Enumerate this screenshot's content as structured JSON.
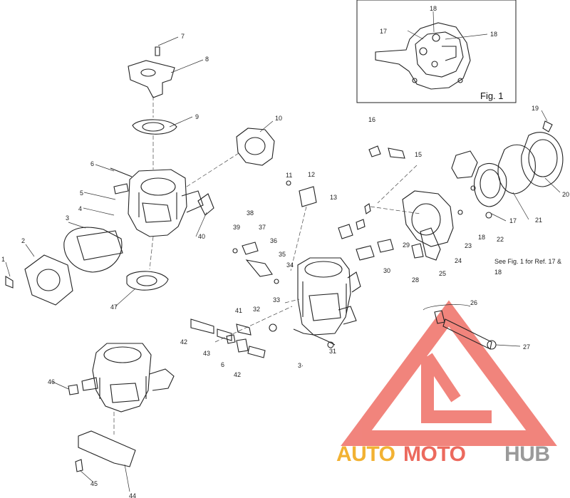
{
  "diagram": {
    "figure_label": "Fig. 1",
    "note": [
      "See Fig. 1 for Ref. 17 &",
      "18"
    ],
    "callouts": [
      {
        "id": "c1",
        "text": "1"
      },
      {
        "id": "c2",
        "text": "2"
      },
      {
        "id": "c3a",
        "text": "3"
      },
      {
        "id": "c3b",
        "text": "3·"
      },
      {
        "id": "c4",
        "text": "4"
      },
      {
        "id": "c5",
        "text": "5"
      },
      {
        "id": "c6a",
        "text": "6"
      },
      {
        "id": "c6b",
        "text": "6"
      },
      {
        "id": "c7",
        "text": "7"
      },
      {
        "id": "c8",
        "text": "8"
      },
      {
        "id": "c9",
        "text": "9"
      },
      {
        "id": "c10",
        "text": "10"
      },
      {
        "id": "c11",
        "text": "11"
      },
      {
        "id": "c12",
        "text": "12"
      },
      {
        "id": "c13",
        "text": "13"
      },
      {
        "id": "c15",
        "text": "15"
      },
      {
        "id": "c16",
        "text": "16"
      },
      {
        "id": "c17a",
        "text": "17"
      },
      {
        "id": "c17b",
        "text": "17"
      },
      {
        "id": "c18a",
        "text": "18"
      },
      {
        "id": "c18b",
        "text": "18"
      },
      {
        "id": "c18c",
        "text": "18"
      },
      {
        "id": "c19",
        "text": "19"
      },
      {
        "id": "c20",
        "text": "20"
      },
      {
        "id": "c21",
        "text": "21"
      },
      {
        "id": "c22",
        "text": "22"
      },
      {
        "id": "c23",
        "text": "23"
      },
      {
        "id": "c24",
        "text": "24"
      },
      {
        "id": "c25",
        "text": "25"
      },
      {
        "id": "c26",
        "text": "26"
      },
      {
        "id": "c27",
        "text": "27"
      },
      {
        "id": "c28",
        "text": "28"
      },
      {
        "id": "c29",
        "text": "29"
      },
      {
        "id": "c30",
        "text": "30"
      },
      {
        "id": "c31",
        "text": "31"
      },
      {
        "id": "c32",
        "text": "32"
      },
      {
        "id": "c33",
        "text": "33"
      },
      {
        "id": "c34",
        "text": "34"
      },
      {
        "id": "c35",
        "text": "35"
      },
      {
        "id": "c36",
        "text": "36"
      },
      {
        "id": "c37",
        "text": "37"
      },
      {
        "id": "c38",
        "text": "38"
      },
      {
        "id": "c39",
        "text": "39"
      },
      {
        "id": "c40",
        "text": "40"
      },
      {
        "id": "c41",
        "text": "41"
      },
      {
        "id": "c42a",
        "text": "42"
      },
      {
        "id": "c42b",
        "text": "42"
      },
      {
        "id": "c43",
        "text": "43"
      },
      {
        "id": "c44",
        "text": "44"
      },
      {
        "id": "c45",
        "text": "45"
      },
      {
        "id": "c46",
        "text": "46"
      },
      {
        "id": "c47",
        "text": "47"
      }
    ]
  },
  "watermark": {
    "text_part1": "AUTO",
    "text_part2": "MOTO",
    "text_part3": "HUB",
    "color_auto": "#f2b233",
    "color_moto": "#ec6a5e",
    "color_hub": "#9a9a9a",
    "color_mark": "#ef6f66"
  }
}
